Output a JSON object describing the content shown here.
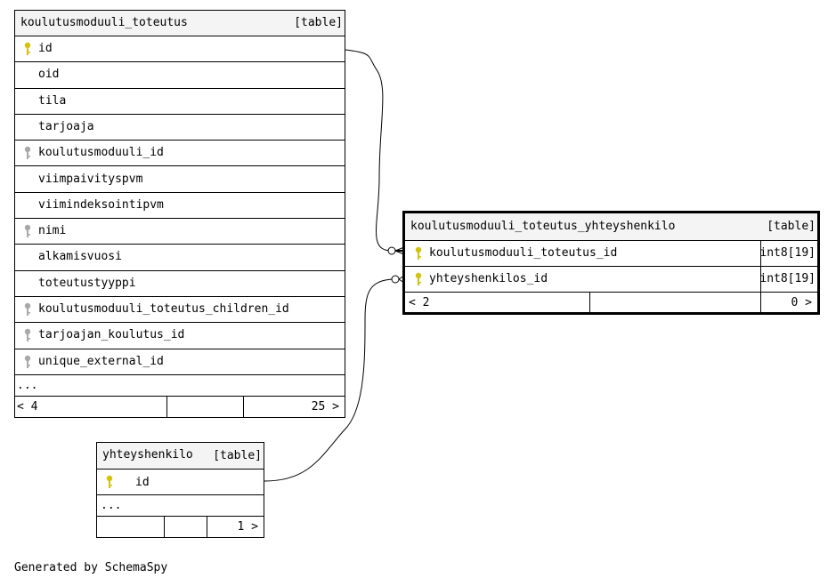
{
  "tables": {
    "toteutus": {
      "name": "koulutusmoduuli_toteutus",
      "tag": "[table]",
      "columns": [
        {
          "name": "id",
          "key": "primary"
        },
        {
          "name": "oid",
          "key": "none"
        },
        {
          "name": "tila",
          "key": "none"
        },
        {
          "name": "tarjoaja",
          "key": "none"
        },
        {
          "name": "koulutusmoduuli_id",
          "key": "foreign"
        },
        {
          "name": "viimpaivityspvm",
          "key": "none"
        },
        {
          "name": "viimindeksointipvm",
          "key": "none"
        },
        {
          "name": "nimi",
          "key": "foreign"
        },
        {
          "name": "alkamisvuosi",
          "key": "none"
        },
        {
          "name": "toteutustyyppi",
          "key": "none"
        },
        {
          "name": "koulutusmoduuli_toteutus_children_id",
          "key": "foreign"
        },
        {
          "name": "tarjoajan_koulutus_id",
          "key": "foreign"
        },
        {
          "name": "unique_external_id",
          "key": "foreign"
        }
      ],
      "more": "...",
      "parents": "< 4",
      "children": "25 >"
    },
    "yhteyshenkilo_link": {
      "name": "koulutusmoduuli_toteutus_yhteyshenkilo",
      "tag": "[table]",
      "columns": [
        {
          "name": "koulutusmoduuli_toteutus_id",
          "type": "int8[19]",
          "key": "primary"
        },
        {
          "name": "yhteyshenkilos_id",
          "type": "int8[19]",
          "key": "primary"
        }
      ],
      "parents": "< 2",
      "children": "0 >"
    },
    "yhteyshenkilo": {
      "name": "yhteyshenkilo",
      "tag": "[table]",
      "columns": [
        {
          "name": "id",
          "key": "primary"
        }
      ],
      "more": "...",
      "children": "1 >"
    }
  },
  "colors": {
    "primary_key": "#d4c20c",
    "foreign_key": "#a8a8a8",
    "header_bg": "#f4f4f4"
  },
  "footer": {
    "generated_by": "Generated by SchemaSpy"
  }
}
